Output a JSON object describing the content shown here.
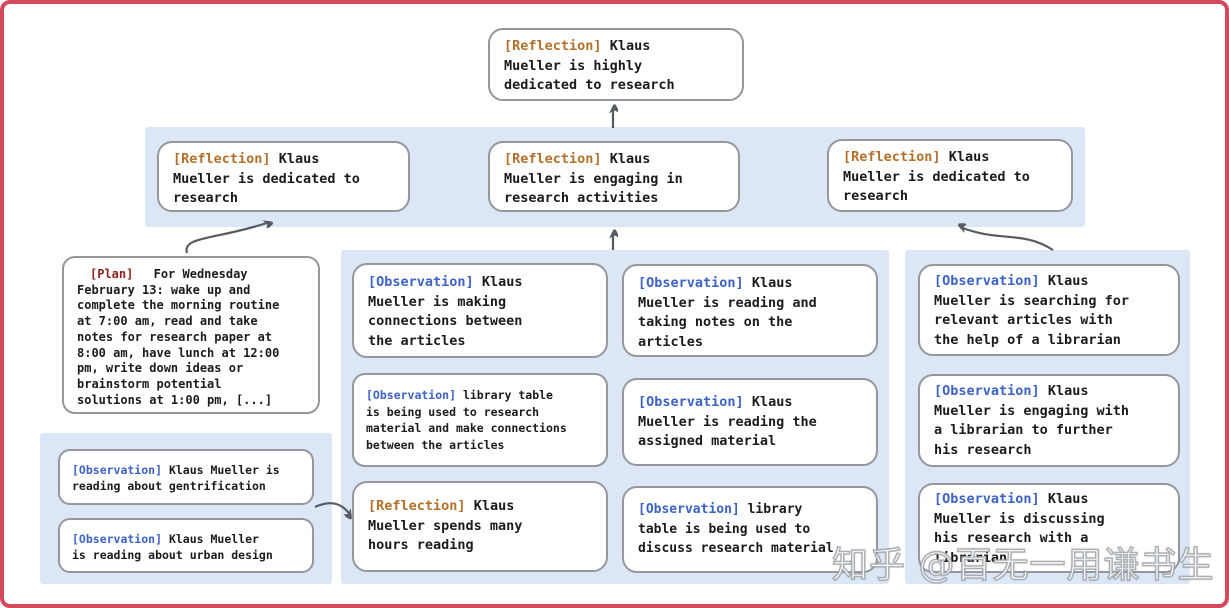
{
  "colors": {
    "frame_red": "#d4495b",
    "block_blue": "#dbe7f6",
    "border_gray": "#97979b",
    "reflection_label": "#b4702b",
    "observation_label": "#3d62c6",
    "plan_label": "#8e2420",
    "arrow_gray": "#575c62",
    "text_black": "#1b1b1b"
  },
  "nodes": {
    "root": {
      "label": "[Reflection]",
      "text": "Klaus\nMueller is highly\ndedicated to research"
    },
    "band_left": {
      "label": "[Reflection]",
      "text": "Klaus\nMueller is dedicated to\nresearch"
    },
    "band_middle": {
      "label": "[Reflection]",
      "text": "Klaus\nMueller is engaging in\nresearch activities"
    },
    "band_right": {
      "label": "[Reflection]",
      "text": "Klaus\nMueller is dedicated to\nresearch"
    },
    "plan": {
      "label": "[Plan]",
      "text": "For Wednesday\nFebruary 13: wake up and\ncomplete the morning routine\nat 7:00 am, read and take\nnotes for research paper at\n8:00 am, have lunch at 12:00\npm, write down ideas or\nbrainstorm potential\nsolutions at 1:00 pm, [...]"
    },
    "obs_gentrification": {
      "label": "[Observation]",
      "text": "Klaus Mueller is\nreading about gentrification"
    },
    "obs_urban_design": {
      "label": "[Observation]",
      "text": "Klaus Mueller\nis reading about urban design"
    },
    "mid_connections": {
      "label": "[Observation]",
      "text": "Klaus\nMueller is making\nconnections between\nthe articles"
    },
    "mid_library_research": {
      "label": "[Observation]",
      "text": "library table\nis being used to research\nmaterial and make connections\nbetween the articles"
    },
    "mid_reflection_hours": {
      "label": "[Reflection]",
      "text": "Klaus\nMueller spends many\nhours reading"
    },
    "mid_taking_notes": {
      "label": "[Observation]",
      "text": "Klaus\nMueller is reading and\ntaking notes on the\narticles"
    },
    "mid_assigned_material": {
      "label": "[Observation]",
      "text": "Klaus\nMueller is reading the\nassigned material"
    },
    "mid_library_discuss": {
      "label": "[Observation]",
      "text": "library\ntable is being used to\ndiscuss research material"
    },
    "right_searching": {
      "label": "[Observation]",
      "text": "Klaus\nMueller is searching for\nrelevant articles with\nthe help of a librarian"
    },
    "right_engaging": {
      "label": "[Observation]",
      "text": "Klaus\nMueller is engaging with\na librarian to further\nhis research"
    },
    "right_discussing": {
      "label": "[Observation]",
      "text": "Klaus\nMueller is discussing\nhis research with a\nlibrarian"
    }
  },
  "watermark": {
    "text": "知乎 @百无一用谦书生"
  }
}
